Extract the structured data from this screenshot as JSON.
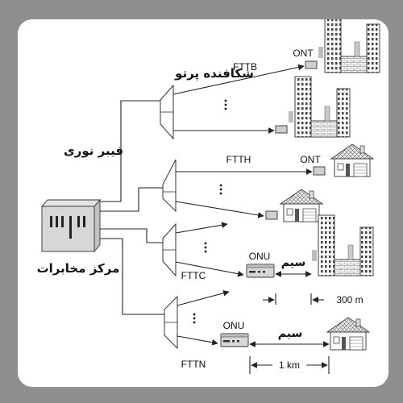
{
  "labels": {
    "splitter": "شکافنده پرتو",
    "fiber": "فیبر نوری",
    "central_office": "مرکز مخابرات",
    "fttb": "FTTB",
    "ftth": "FTTH",
    "fttc": "FTTC",
    "fttn": "FTTN",
    "ont_top": "ONT",
    "ont_house": "ONT",
    "onu_fttc": "ONU",
    "onu_fttn": "ONU",
    "wire_fttc": "سیم",
    "wire_fttn": "سیم",
    "dist_300": "300 m",
    "dist_1km": "1 km"
  },
  "colors": {
    "background": "#8f8f8f",
    "card": "#ffffff",
    "line": "#222222",
    "device_fill": "#d8d8d8",
    "roof_fill": "#e6e6e6"
  },
  "icons": [
    "central-office-icon",
    "splitter-icon",
    "ont-icon",
    "onu-icon",
    "building-icon",
    "house-icon"
  ]
}
